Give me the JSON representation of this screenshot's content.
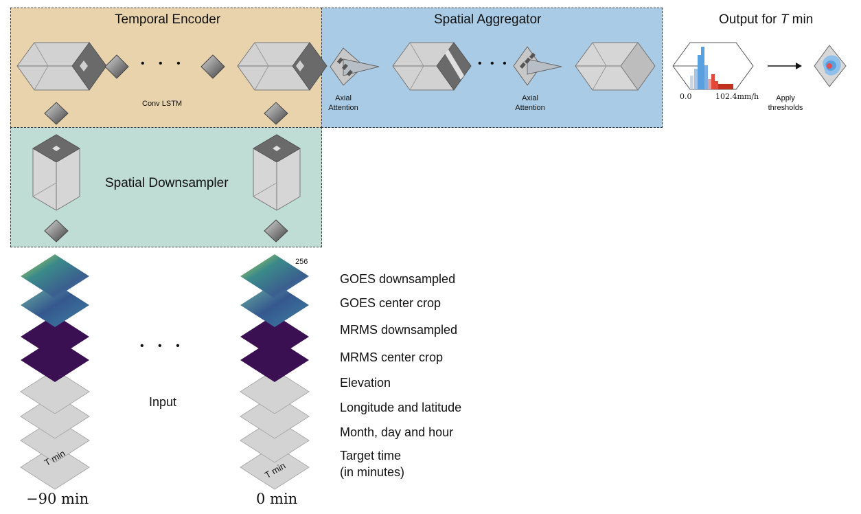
{
  "temporal_encoder": {
    "title": "Temporal Encoder",
    "conv_label": "Conv LSTM"
  },
  "spatial_aggregator": {
    "title": "Spatial Aggregator",
    "axial_label_line1": "Axial",
    "axial_label_line2": "Attention"
  },
  "spatial_downsampler": {
    "title": "Spatial Downsampler"
  },
  "output": {
    "title_prefix": "Output for ",
    "title_var": "T",
    "title_suffix": " min",
    "hist_min": "0.0",
    "hist_max": "102.4mm/h",
    "apply_line1": "Apply",
    "apply_line2": "thresholds"
  },
  "input": {
    "label": "Input",
    "size_label": "256",
    "layer_tag": "T min",
    "time_left": "−90 min",
    "time_right": "0 min",
    "layers": [
      "GOES downsampled",
      "GOES center crop",
      "MRMS downsampled",
      "MRMS center crop",
      "Elevation",
      "Longitude and latitude",
      "Month, day and hour",
      "Target time",
      "(in minutes)"
    ]
  },
  "ellipsis": "• • •",
  "colors": {
    "temporal_bg": "#e8d3ad",
    "aggregator_bg": "#a9cbe6",
    "downsampler_bg": "#bfdcd5",
    "goes_dark": "#3b5f8f",
    "goes_light": "#c9d94a",
    "mrms": "#3b1052",
    "hist_blue": "#5a9fe0",
    "hist_red": "#e04a3a"
  }
}
